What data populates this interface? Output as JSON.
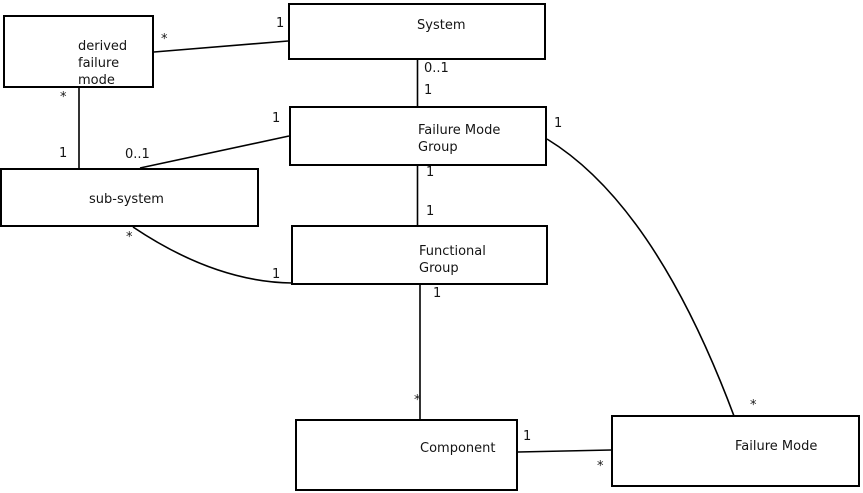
{
  "diagram": {
    "title": "failure-mode class diagram",
    "background_color": "#ffffff",
    "line_color": "#000000",
    "text_color": "#141414",
    "nodes": [
      {
        "id": "derived-failure-mode",
        "label": "derived\nfailure\nmode"
      },
      {
        "id": "system",
        "label": "System"
      },
      {
        "id": "failure-mode-group",
        "label": "Failure Mode\nGroup"
      },
      {
        "id": "sub-system",
        "label": "sub-system"
      },
      {
        "id": "functional-group",
        "label": "Functional\nGroup"
      },
      {
        "id": "component",
        "label": "Component"
      },
      {
        "id": "failure-mode",
        "label": "Failure Mode"
      }
    ],
    "edges": [
      {
        "from": "derived-failure-mode",
        "to": "system",
        "from_card": "*",
        "to_card": "1"
      },
      {
        "from": "derived-failure-mode",
        "to": "sub-system",
        "from_card": "*",
        "to_card": "1"
      },
      {
        "from": "system",
        "to": "failure-mode-group",
        "from_card": "0..1",
        "to_card": "1"
      },
      {
        "from": "failure-mode-group",
        "to": "sub-system",
        "from_card": "1",
        "to_card": "0..1"
      },
      {
        "from": "failure-mode-group",
        "to": "functional-group",
        "from_card": "1",
        "to_card": "1"
      },
      {
        "from": "functional-group",
        "to": "component",
        "from_card": "1",
        "to_card": "*"
      },
      {
        "from": "sub-system",
        "to": "functional-group",
        "from_card": "*",
        "to_card": "1"
      },
      {
        "from": "failure-mode-group",
        "to": "failure-mode",
        "from_card": "1",
        "to_card": "*"
      },
      {
        "from": "component",
        "to": "failure-mode",
        "from_card": "1",
        "to_card": "*"
      }
    ]
  }
}
